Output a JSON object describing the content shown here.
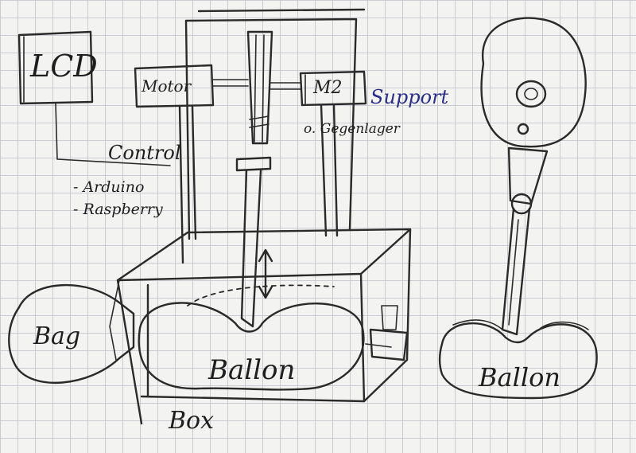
{
  "labels": {
    "lcd": "LCD",
    "motor": "Motor",
    "m2": "M2",
    "support": "Support",
    "gegenlager": "o. Gegenlager",
    "control": "Control",
    "arduino": "- Arduino",
    "raspberry": "- Raspberry",
    "bag": "Bag",
    "balloon_main": "Ballon",
    "box": "Box",
    "balloon_side": "Ballon"
  },
  "colors": {
    "ink": "#2a2a2a",
    "blue_ink": "#2a2f8a",
    "paper": "#f3f3f1",
    "grid": "#c9ccd0"
  }
}
